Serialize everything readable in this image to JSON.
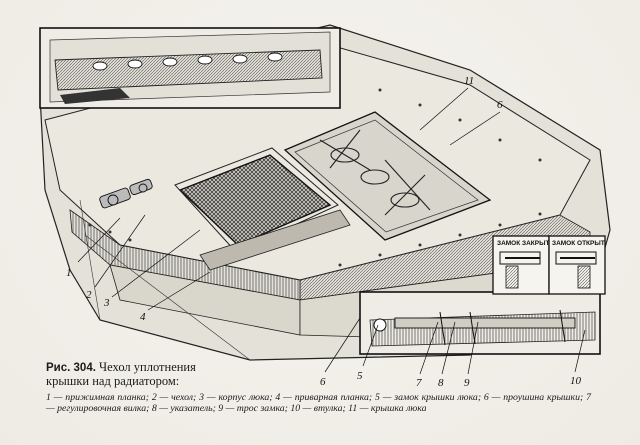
{
  "caption": {
    "figure": "Рис. 304.",
    "title": "Чехол уплотнения крышки над радиатором:",
    "legend": "1 — прижимная планка; 2 — чехол; 3 — корпус люка; 4 — приварная планка; 5 — замок крышки люка; 6 — проушина крышки; 7 — регулировочная вилка; 8 — указатель; 9 — трос замка; 10 — втулка; 11 — крышка люка"
  },
  "lock_tags": {
    "closed": "ЗАМОК ЗАКРЫТ",
    "open": "ЗАМОК ОТКРЫТ"
  },
  "callouts": [
    "1",
    "2",
    "3",
    "4",
    "6",
    "5",
    "7",
    "8",
    "9",
    "10",
    "11",
    "6"
  ]
}
